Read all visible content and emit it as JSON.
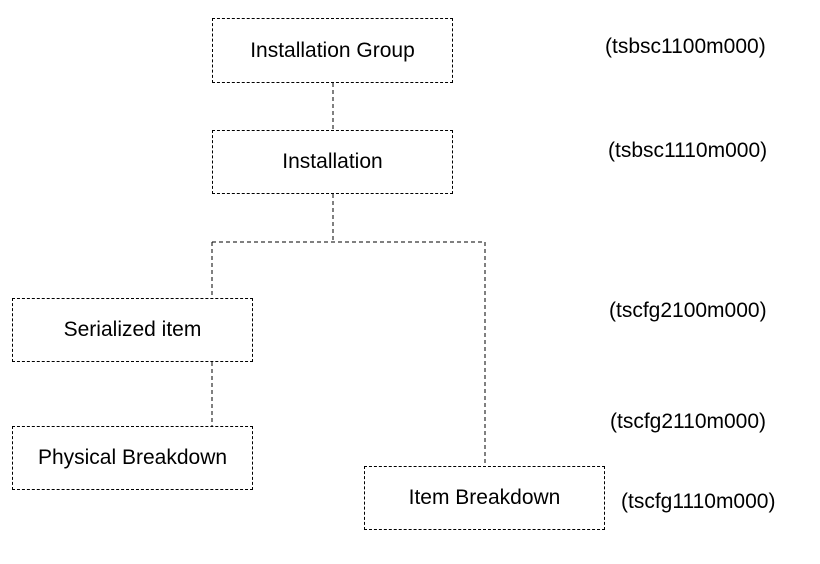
{
  "nodes": {
    "installation_group": "Installation Group",
    "installation": "Installation",
    "serialized_item": "Serialized item",
    "physical_breakdown": "Physical Breakdown",
    "item_breakdown": "Item Breakdown"
  },
  "codes": {
    "installation_group": "(tsbsc1100m000)",
    "installation": "(tsbsc1110m000)",
    "serialized_item": "(tscfg2100m000)",
    "physical_breakdown": "(tscfg2110m000)",
    "item_breakdown": "(tscfg1110m000)"
  },
  "style": {
    "line_color": "#000000",
    "box_border_style": "dashed"
  }
}
